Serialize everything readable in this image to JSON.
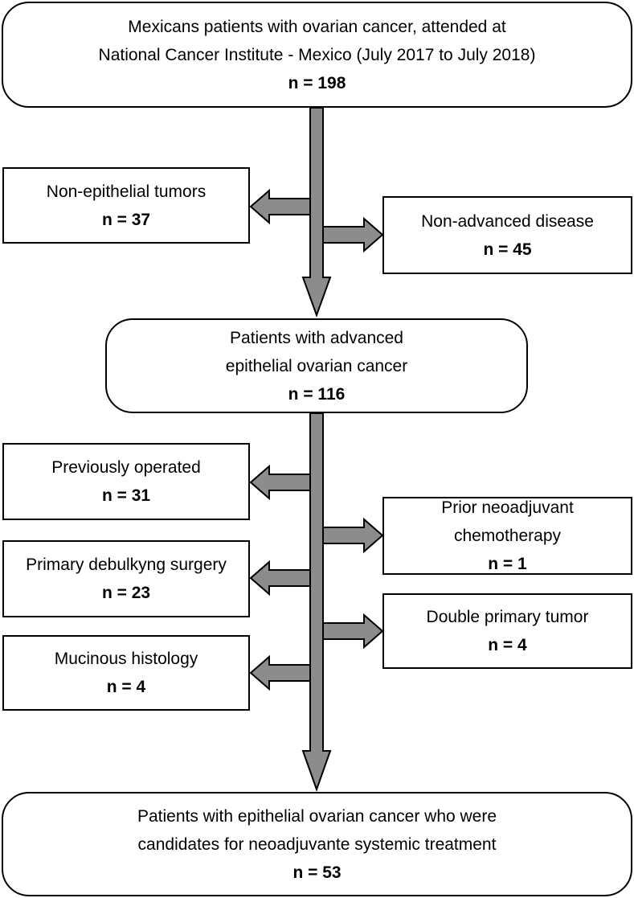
{
  "flowchart": {
    "top_box": {
      "lines": [
        "Mexicans patients with ovarian cancer, attended at",
        "National Cancer Institute - Mexico (July 2017 to July 2018)"
      ],
      "count": "n = 198"
    },
    "excluded_non_epithelial": {
      "label": "Non-epithelial tumors",
      "count": "n = 37"
    },
    "excluded_non_advanced": {
      "label": "Non-advanced disease",
      "count": "n = 45"
    },
    "middle_box": {
      "lines": [
        "Patients with advanced",
        "epithelial ovarian cancer"
      ],
      "count": "n = 116"
    },
    "excluded_previously_operated": {
      "label": "Previously operated",
      "count": "n = 31"
    },
    "excluded_primary_debulking": {
      "label": "Primary debulkyng surgery",
      "count": "n = 23"
    },
    "excluded_mucinous": {
      "label": "Mucinous histology",
      "count": "n = 4"
    },
    "excluded_prior_neoadjuvant": {
      "lines": [
        "Prior neoadjuvant",
        "chemotherapy"
      ],
      "count": "n = 1"
    },
    "excluded_double_primary": {
      "label": "Double primary tumor",
      "count": "n = 4"
    },
    "bottom_box": {
      "lines": [
        "Patients with epithelial ovarian cancer who were",
        "candidates for neoadjuvante systemic treatment"
      ],
      "count": "n = 53"
    }
  },
  "colors": {
    "arrow_fill": "#8c8c8c",
    "stroke": "#000000",
    "box_fill": "#ffffff"
  }
}
